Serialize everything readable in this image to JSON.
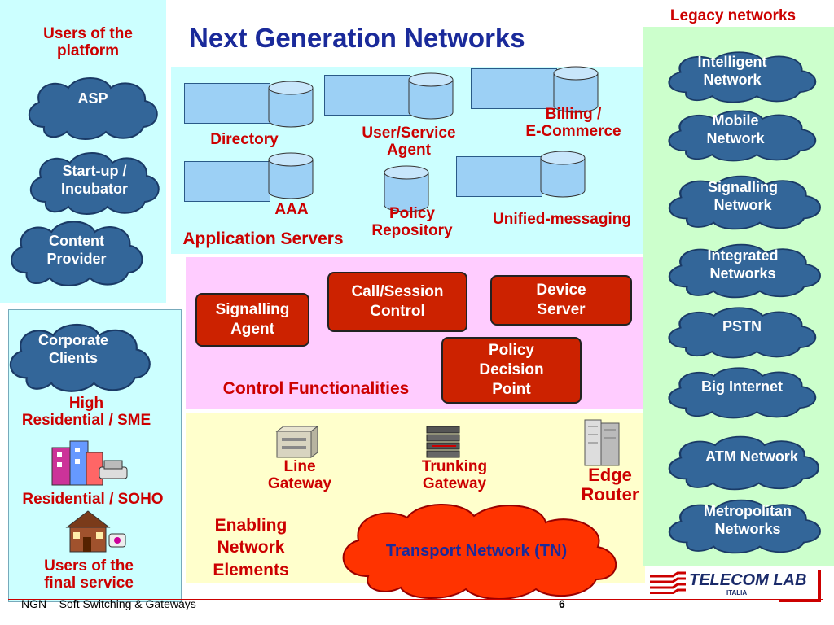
{
  "title": "Next Generation Networks",
  "legacy_label": "Legacy networks",
  "platform_users_label": "Users of the\nplatform",
  "platform_clouds": [
    "ASP",
    "Start-up /\nIncubator",
    "Content\nProvider"
  ],
  "corporate_cloud": "Corporate\nClients",
  "high_residential_label": "High\nResidential / SME",
  "residential_soho_label": "Residential / SOHO",
  "final_users_label": "Users of the\nfinal service",
  "app_servers": {
    "section_label": "Application Servers",
    "items": [
      "Directory",
      "User/Service\nAgent",
      "Billing /\nE-Commerce",
      "AAA",
      "Policy\nRepository",
      "Unified-messaging"
    ]
  },
  "control": {
    "section_label": "Control Functionalities",
    "boxes": [
      "Signalling\nAgent",
      "Call/Session\nControl",
      "Device\nServer",
      "Policy\nDecision\nPoint"
    ]
  },
  "enabling": {
    "section_label": "Enabling\nNetwork\nElements",
    "items": [
      "Line\nGateway",
      "Trunking\nGateway",
      "Edge\nRouter"
    ],
    "transport": "Transport Network (TN)"
  },
  "legacy_clouds": [
    "Intelligent\nNetwork",
    "Mobile\nNetwork",
    "Signalling\nNetwork",
    "Integrated\nNetworks",
    "PSTN",
    "Big Internet",
    "ATM Network",
    "Metropolitan\nNetworks"
  ],
  "footer": {
    "left": "NGN – Soft Switching & Gateways",
    "page": "6",
    "logo_text": "TELECOM LAB",
    "logo_sub": "ITALIA"
  },
  "colors": {
    "cyan_panel": "#ccffff",
    "pink_panel": "#ffccff",
    "yellow_panel": "#ffffcc",
    "green_panel": "#ccffcc",
    "cloud_blue": "#336699",
    "box_red": "#cc2200",
    "label_red": "#cc0000"
  }
}
